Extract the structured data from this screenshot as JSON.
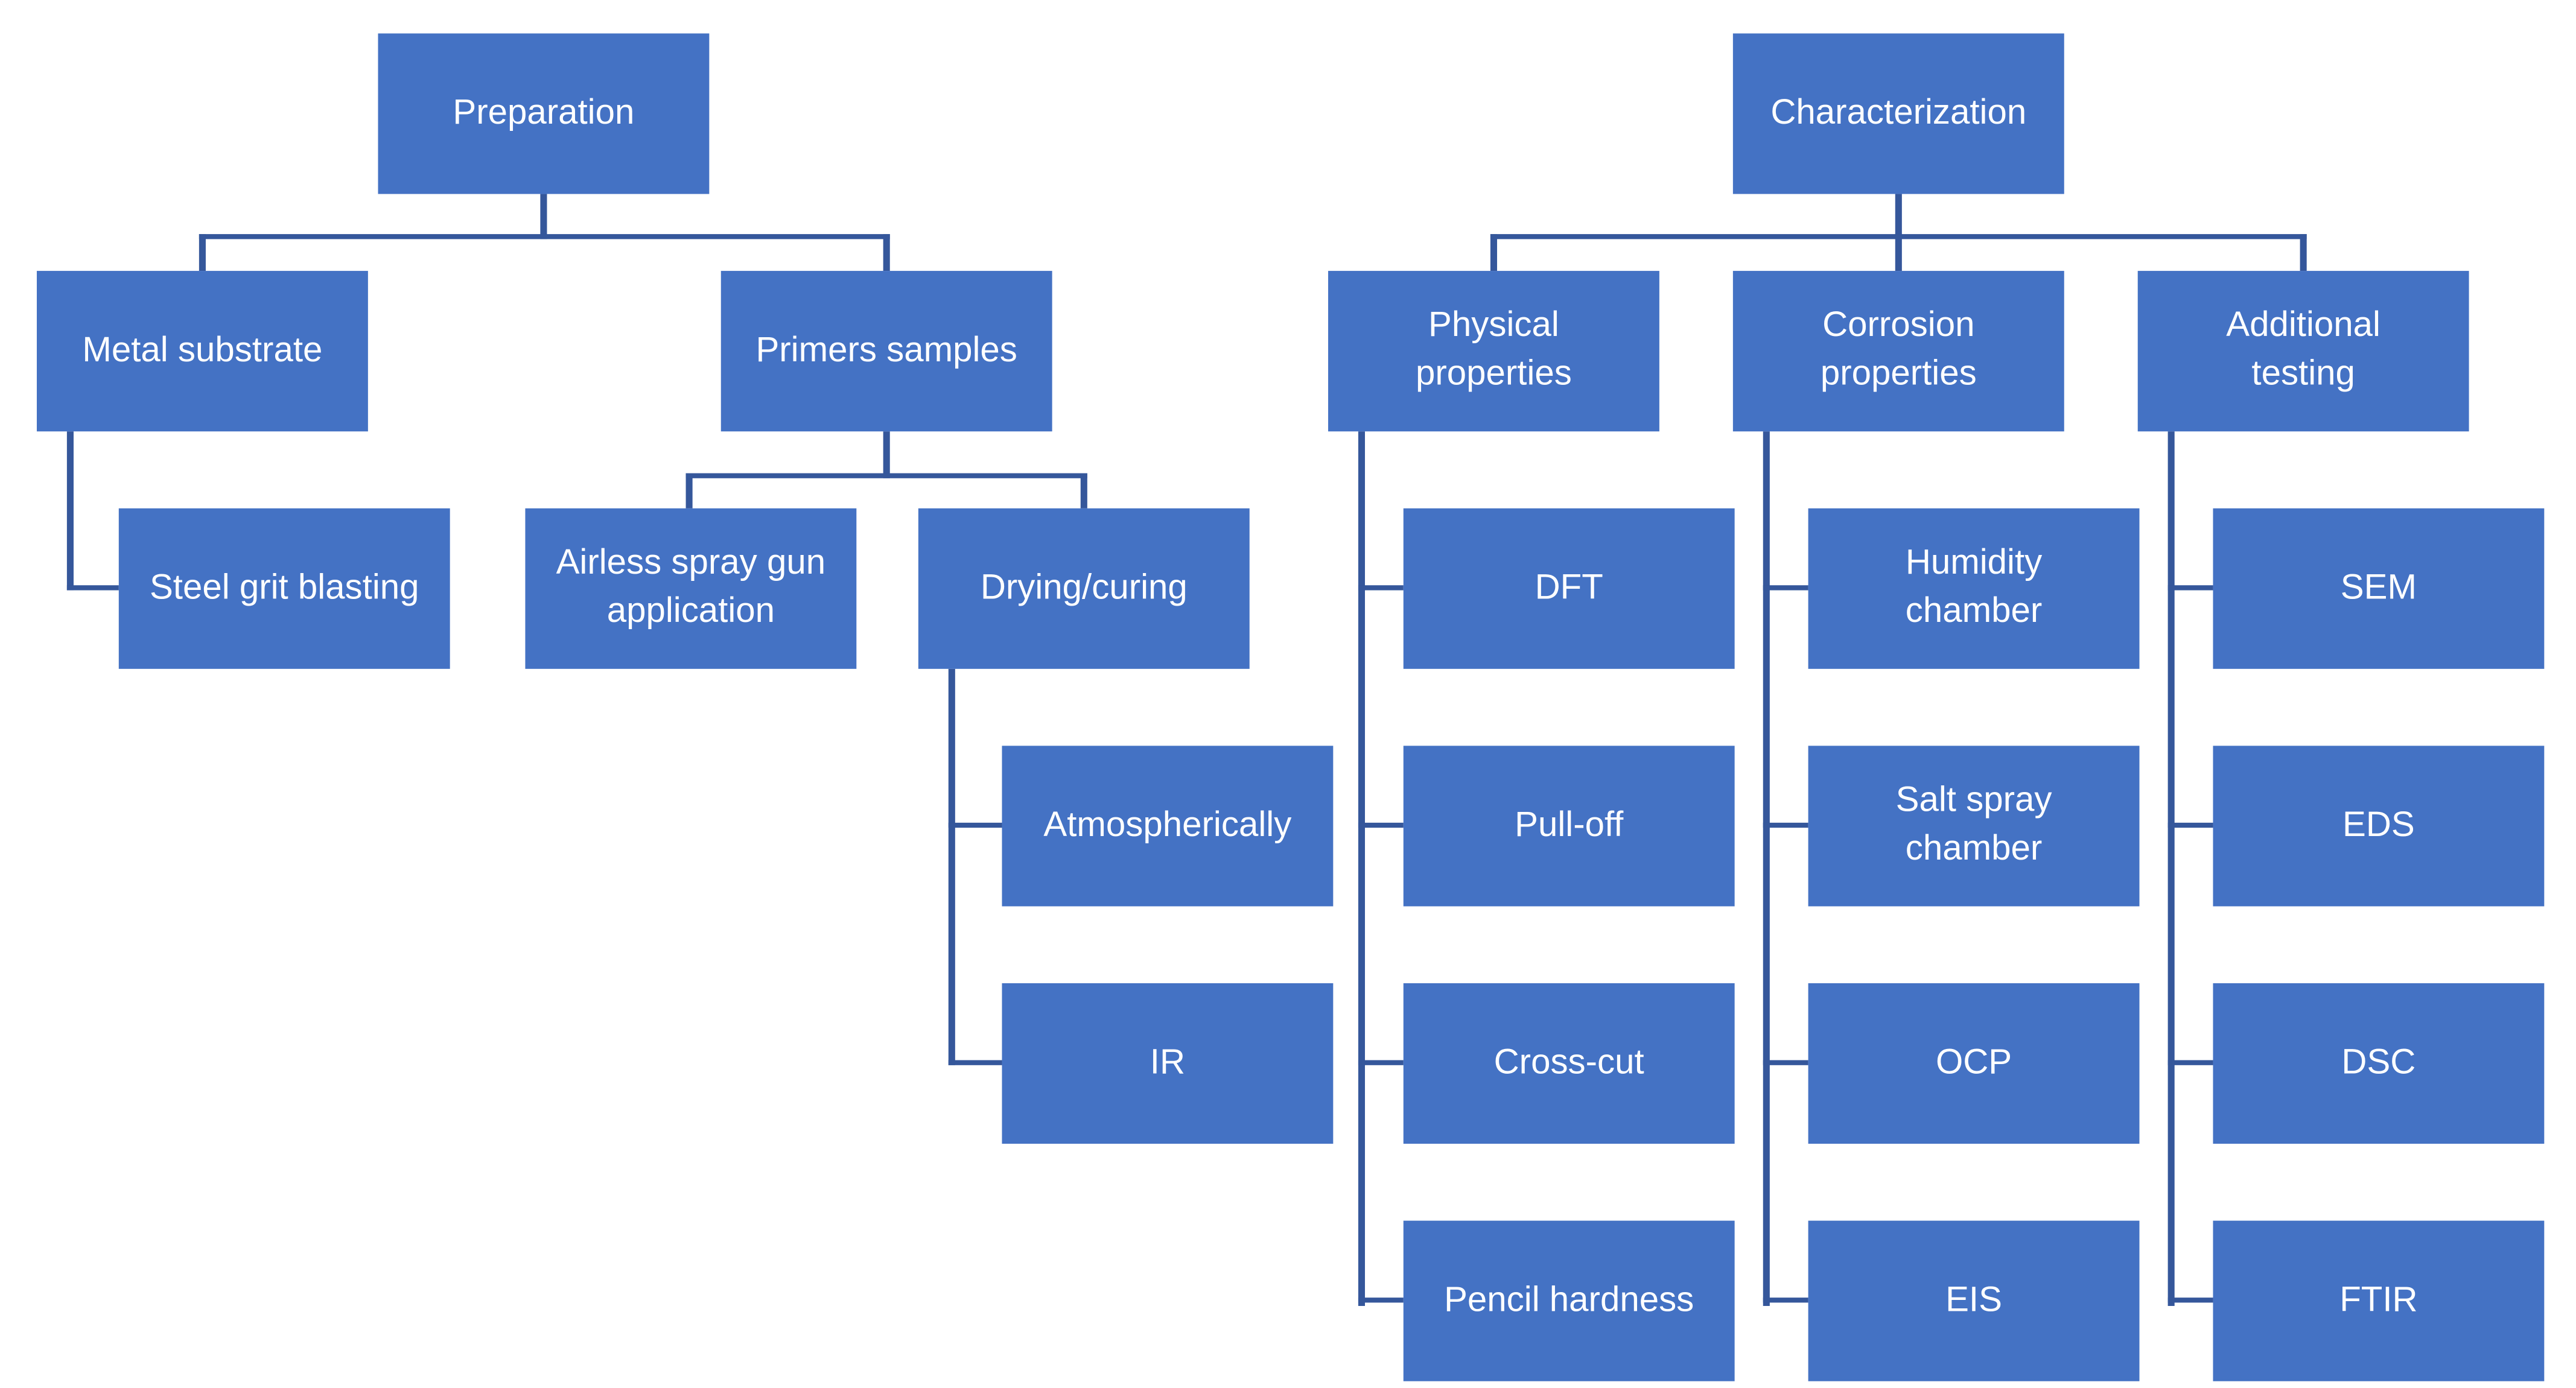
{
  "colors": {
    "background": "#FFFFFF",
    "node_fill": "#4472C4",
    "node_text": "#FFFFFF",
    "connector": "#35579B"
  },
  "trees": [
    {
      "root": {
        "label": "Preparation"
      },
      "children": [
        {
          "label": "Metal substrate",
          "children": [
            {
              "label": "Steel grit blasting"
            }
          ]
        },
        {
          "label": "Primers samples",
          "children": [
            {
              "label": "Airless spray gun application"
            },
            {
              "label": "Drying/curing",
              "children": [
                {
                  "label": "Atmospherically"
                },
                {
                  "label": "IR"
                }
              ]
            }
          ]
        }
      ]
    },
    {
      "root": {
        "label": "Characterization"
      },
      "children": [
        {
          "label": "Physical properties",
          "children": [
            {
              "label": "DFT"
            },
            {
              "label": "Pull-off"
            },
            {
              "label": "Cross-cut"
            },
            {
              "label": "Pencil hardness"
            }
          ]
        },
        {
          "label": "Corrosion properties",
          "children": [
            {
              "label": "Humidity chamber"
            },
            {
              "label": "Salt spray chamber"
            },
            {
              "label": "OCP"
            },
            {
              "label": "EIS"
            }
          ]
        },
        {
          "label": "Additional testing",
          "children": [
            {
              "label": "SEM"
            },
            {
              "label": "EDS"
            },
            {
              "label": "DSC"
            },
            {
              "label": "FTIR"
            }
          ]
        }
      ]
    }
  ]
}
